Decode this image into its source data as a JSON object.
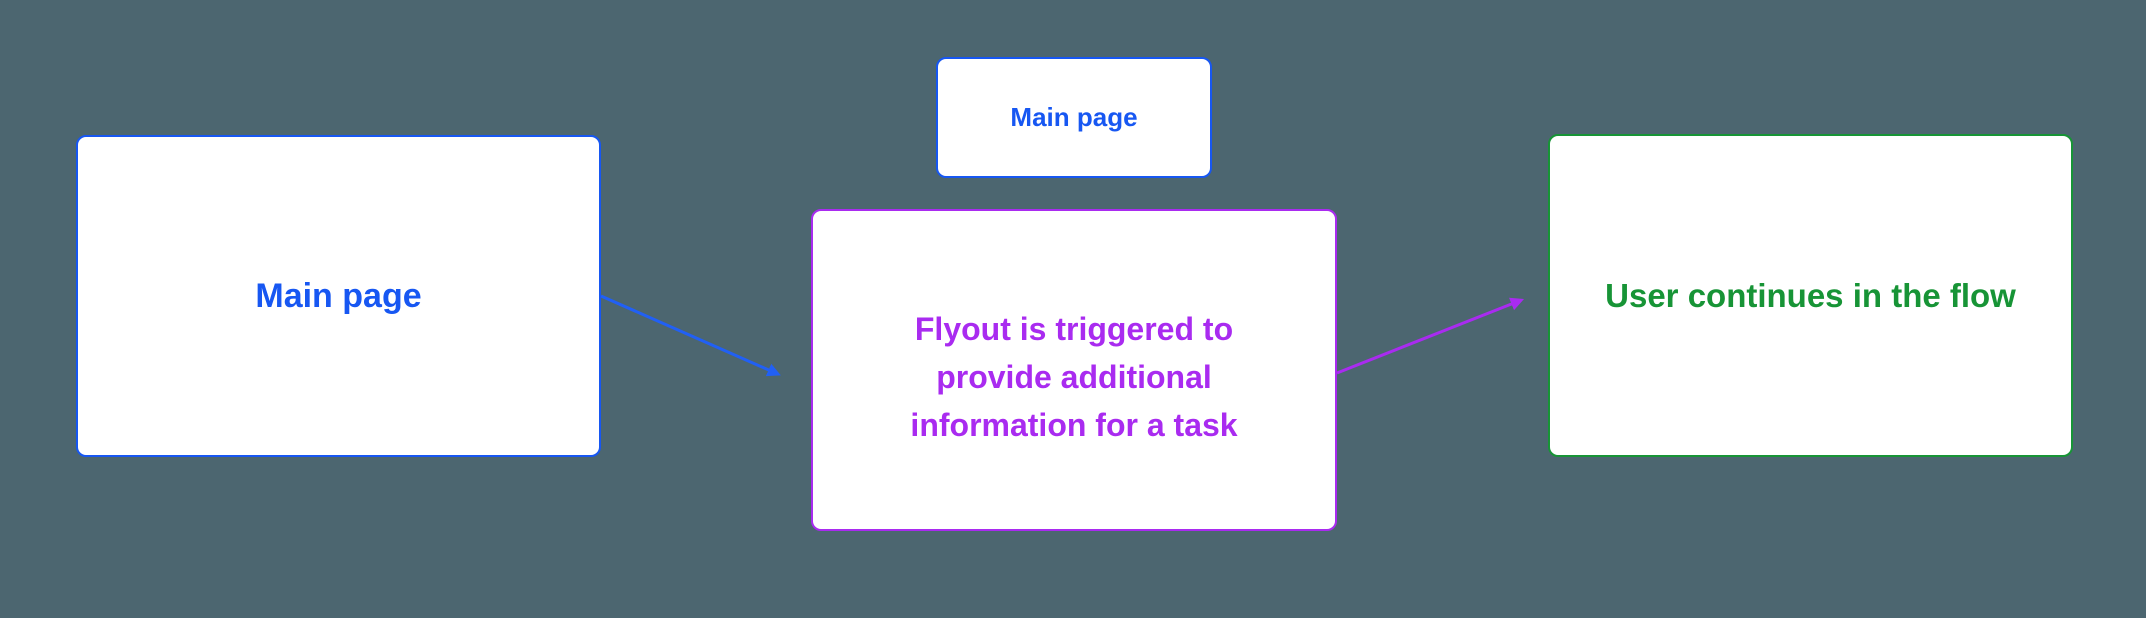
{
  "diagram": {
    "background_color": "#4C6670",
    "nodes": {
      "main_large": {
        "label": "Main page",
        "color": "#1757F2"
      },
      "main_small": {
        "label": "Main page",
        "color": "#1757F2"
      },
      "flyout": {
        "label": "Flyout is triggered to provide additional information for a task",
        "lines": [
          "Flyout is triggered to",
          "provide additional",
          "information for a task"
        ],
        "color": "#A92BF0"
      },
      "continue_flow": {
        "label": "User continues in the flow",
        "color": "#179436"
      }
    },
    "edges": [
      {
        "from": "main_large",
        "to": "flyout",
        "color": "#2160F5"
      },
      {
        "from": "flyout",
        "to": "continue_flow",
        "color": "#A92BF0"
      }
    ]
  }
}
